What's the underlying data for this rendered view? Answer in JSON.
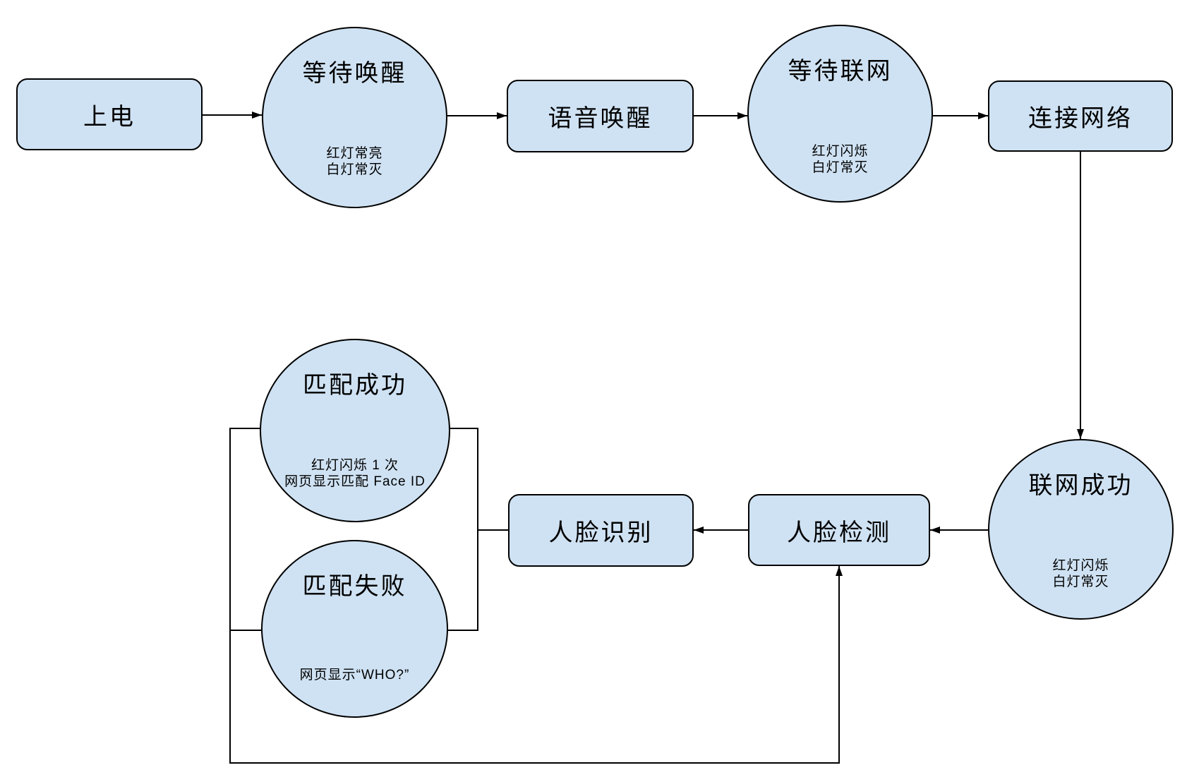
{
  "style": {
    "background": "#ffffff",
    "node_fill": "#cfe2f3",
    "node_stroke": "#000000",
    "line_color": "#000000"
  },
  "nodes": {
    "power_on": {
      "label": "上电"
    },
    "wait_wake": {
      "title": "等待唤醒",
      "notes": [
        "红灯常亮",
        "白灯常灭"
      ]
    },
    "voice_wake": {
      "label": "语音唤醒"
    },
    "wait_network": {
      "title": "等待联网",
      "notes": [
        "红灯闪烁",
        "白灯常灭"
      ]
    },
    "connect_network": {
      "label": "连接网络"
    },
    "network_success": {
      "title": "联网成功",
      "notes": [
        "红灯闪烁",
        "白灯常灭"
      ]
    },
    "face_detect": {
      "label": "人脸检测"
    },
    "face_recognize": {
      "label": "人脸识别"
    },
    "match_success": {
      "title": "匹配成功",
      "notes": [
        "红灯闪烁 1 次",
        "网页显示匹配 Face ID"
      ]
    },
    "match_fail": {
      "title": "匹配失败",
      "notes": [
        "网页显示“WHO?”"
      ]
    }
  }
}
